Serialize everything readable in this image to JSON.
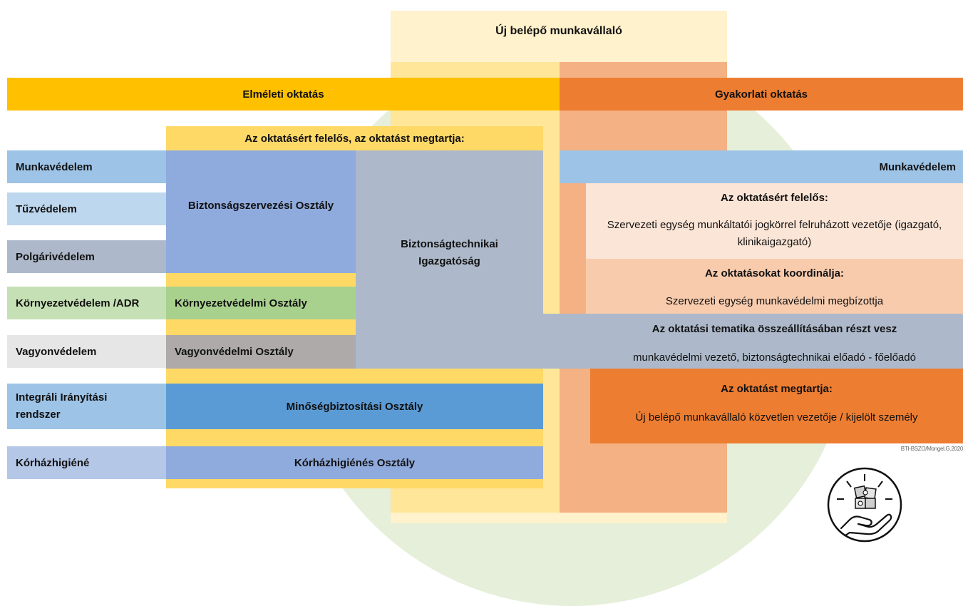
{
  "header": {
    "title": "Új belépő munkavállaló"
  },
  "columns": {
    "theory": "Elméleti oktatás",
    "practice": "Gyakorlati oktatás"
  },
  "theory": {
    "responsible_header": "Az oktatásért felelős, az oktatást megtartja:",
    "areas": [
      "Munkavédelem",
      "Tűzvédelem",
      "Polgárivédelem",
      "Környezetvédelem /ADR",
      "Vagyonvédelem",
      "Integráli Irányítási rendszer",
      "Kórházhigiéné"
    ],
    "units": {
      "security_org": "Biztonságszervezési Osztály",
      "security_tech": "Biztonságtechnikai Igazgatóság",
      "environment": "Környezetvédelmi Osztály",
      "property": "Vagyonvédelmi Osztály",
      "quality": "Minőségbiztosítási Osztály",
      "hygiene": "Kórházhigiénés Osztály"
    }
  },
  "practice": {
    "area": "Munkavédelem",
    "responsible_title": "Az oktatásért felelős:",
    "responsible_text": "Szervezeti egység munkáltatói jogkörrel felruházott vezetője (igazgató, klinikaigazgató)",
    "coordinator_title": "Az oktatásokat koordinálja:",
    "coordinator_text": "Szervezeti egység munkavédelmi megbízottja",
    "thematic_title": "Az oktatási tematika összeállításában részt vesz",
    "thematic_text": "munkavédelmi vezető, biztonságtechnikai előadó - főelőadó",
    "trainer_title": "Az oktatást megtartja:",
    "trainer_text": "Új belépő munkavállaló közvetlen vezetője / kijelölt személy"
  },
  "credit": "BTI-BSZO/Mongel.G.2020",
  "icon": "puzzle-hand-icon",
  "colors": {
    "theory_orange": "#ffc000",
    "practice_orange": "#ed7d31",
    "light_yellow": "#fff2cc",
    "yellow": "#ffd966",
    "blue": "#8faadc",
    "grey_blue": "#adb9ca",
    "green": "#a9d18e",
    "grey": "#aeaaaa",
    "mid_blue": "#5b9bd5",
    "circle_green": "#e6efd9"
  }
}
